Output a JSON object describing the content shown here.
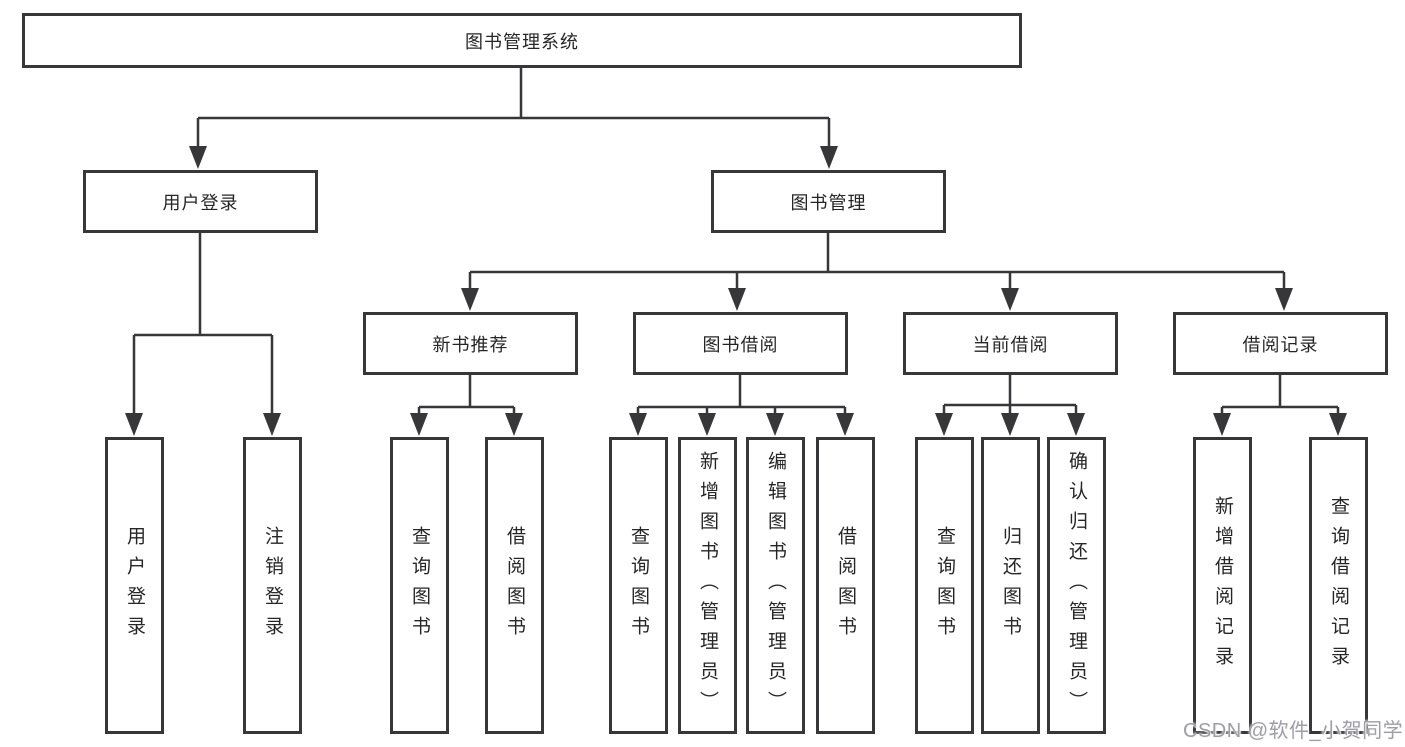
{
  "tree": {
    "root": {
      "label": "图书管理系统"
    },
    "branches": [
      {
        "label": "用户登录",
        "children": [
          {
            "label": "用户登录"
          },
          {
            "label": "注销登录"
          }
        ]
      },
      {
        "label": "图书管理",
        "children": [
          {
            "label": "新书推荐",
            "children": [
              {
                "label": "查询图书"
              },
              {
                "label": "借阅图书"
              }
            ]
          },
          {
            "label": "图书借阅",
            "children": [
              {
                "label": "查询图书"
              },
              {
                "label": "新增图书（管理员）"
              },
              {
                "label": "编辑图书（管理员）"
              },
              {
                "label": "借阅图书"
              }
            ]
          },
          {
            "label": "当前借阅",
            "children": [
              {
                "label": "查询图书"
              },
              {
                "label": "归还图书"
              },
              {
                "label": "确认归还（管理员）"
              }
            ]
          },
          {
            "label": "借阅记录",
            "children": [
              {
                "label": "新增借阅记录"
              },
              {
                "label": "查询借阅记录"
              }
            ]
          }
        ]
      }
    ]
  },
  "watermark": {
    "text": "CSDN @软件_小贺同学"
  },
  "colors": {
    "line": "#37373a",
    "box_border": "#37373a",
    "text": "#262626",
    "background": "#ffffff",
    "watermark": "#9e9ea6"
  }
}
